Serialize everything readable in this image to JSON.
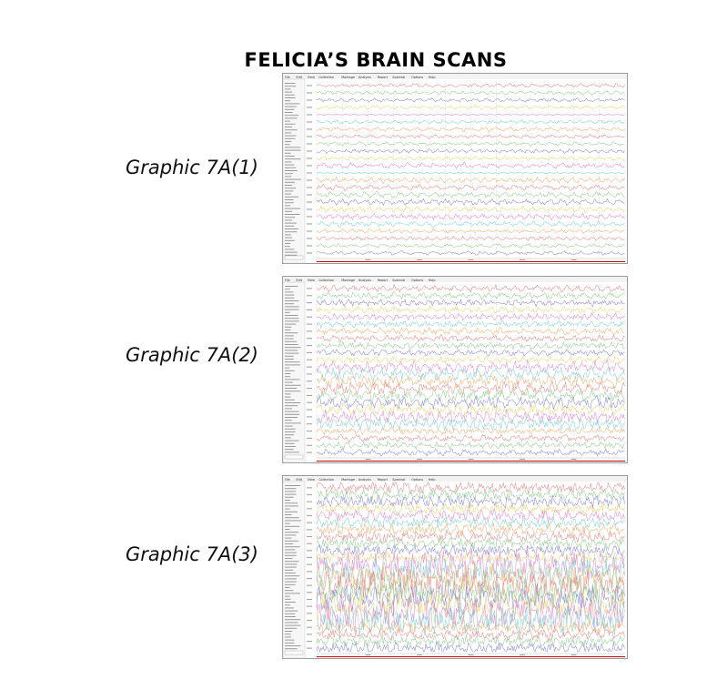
{
  "page": {
    "title": "FELICIA’S BRAIN SCANS"
  },
  "colors": {
    "trace_colors": [
      "#e98a8a",
      "#8fcf8f",
      "#8a8ae0",
      "#e8d370",
      "#e08ad6",
      "#7fd3d3",
      "#f0b070"
    ],
    "marker": "#cc0000",
    "panel_border": "#9a9a9a"
  },
  "menu_items": [
    "File",
    "Edit",
    "View",
    "Collection",
    "Montage",
    "Analysis",
    "Report",
    "Spectral",
    "Options",
    "Help"
  ],
  "scans": [
    {
      "id": "scan-1",
      "label": "Graphic 7A(1)",
      "activity": 0.25
    },
    {
      "id": "scan-2",
      "label": "Graphic 7A(2)",
      "activity": 0.55
    },
    {
      "id": "scan-3",
      "label": "Graphic 7A(3)",
      "activity": 1.0
    }
  ]
}
